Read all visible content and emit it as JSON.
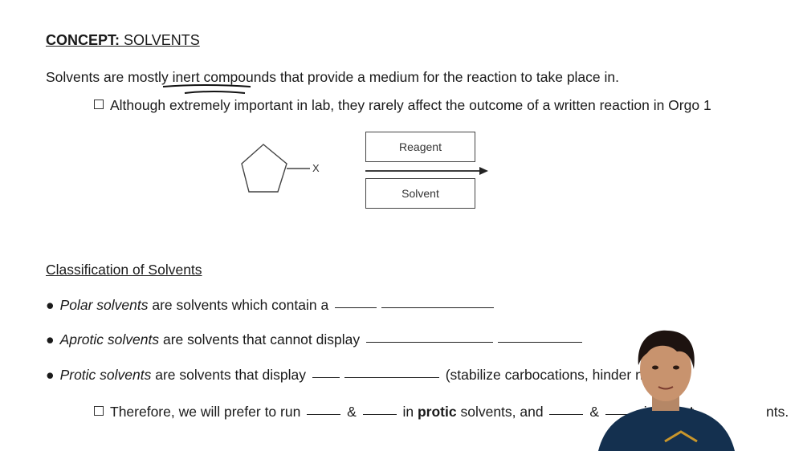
{
  "heading": {
    "bold": "CONCEPT:",
    "rest": " SOLVENTS"
  },
  "intro": {
    "before": "Solvents are mostly ",
    "highlight": "inert compounds",
    "after": " that provide a medium for the reaction to take place in."
  },
  "note1": "Although extremely important in lab, they rarely affect the outcome of a written reaction in Orgo 1",
  "diagram": {
    "substituent": "X",
    "reagent_label": "Reagent",
    "solvent_label": "Solvent"
  },
  "classification_title": "Classification of Solvents",
  "bullets": {
    "polar": {
      "term": "Polar solvents",
      "text": " are solvents which contain a "
    },
    "aprotic": {
      "term": "Aprotic solvents",
      "text": " are solvents that cannot display "
    },
    "protic": {
      "term": "Protic solvents",
      "text": " are solvents that display ",
      "tail": "(stabilize carbocations, hinder nucleop"
    }
  },
  "therefore": {
    "part1": "Therefore, we will prefer to run ",
    "amp": "&",
    "part2": " in ",
    "bold_protic": "protic",
    "part3": " solvents, and ",
    "part4": " in ",
    "bold_aprotic": "aprot",
    "end": "nts."
  }
}
